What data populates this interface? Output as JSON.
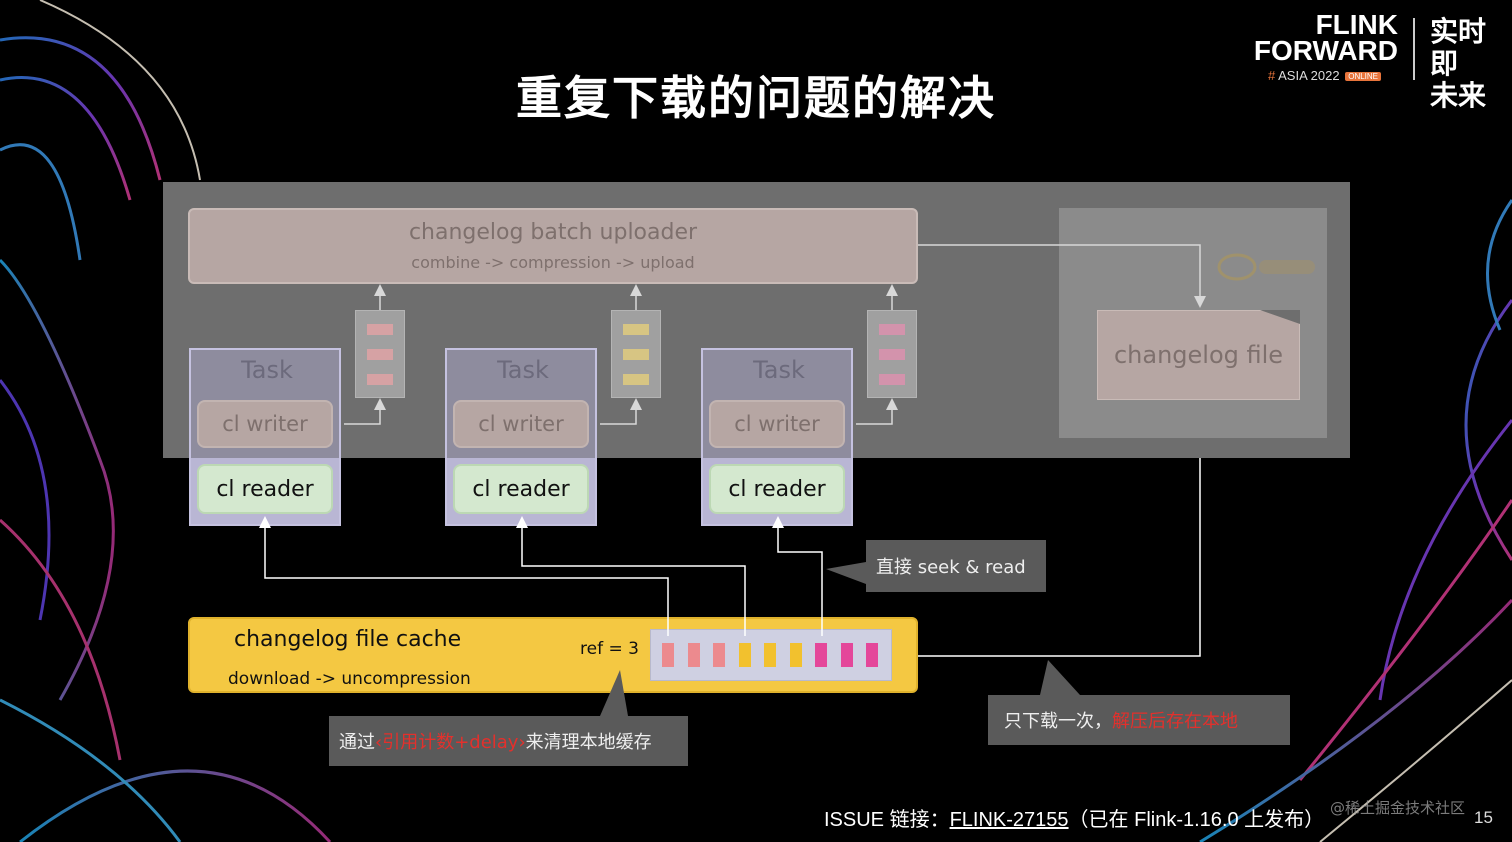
{
  "title": "重复下载的问题的解决",
  "logo": {
    "line1": "FLINK",
    "line2": "FORWARD",
    "hash": "#",
    "event": "ASIA 2022",
    "badge": "ONLINE",
    "cn1": "实时即",
    "cn2": "未来"
  },
  "uploader": {
    "title": "changelog batch uploader",
    "subtitle": "combine -> compression -> upload"
  },
  "storage": {
    "file_label": "changelog file",
    "logo_icon": "oss-storage-icon"
  },
  "tasks": [
    {
      "label": "Task",
      "writer": "cl writer",
      "reader": "cl reader",
      "queue_color": "#e8a3a6"
    },
    {
      "label": "Task",
      "writer": "cl writer",
      "reader": "cl reader",
      "queue_color": "#ead27a"
    },
    {
      "label": "Task",
      "writer": "cl writer",
      "reader": "cl reader",
      "queue_color": "#e48fb0"
    }
  ],
  "cache": {
    "title": "changelog file cache",
    "subtitle": "download -> uncompression",
    "ref": "ref = 3",
    "segments": [
      "#ec8a8e",
      "#ec8a8e",
      "#ec8a8e",
      "#f2c12e",
      "#f2c12e",
      "#f2c12e",
      "#e4479a",
      "#e4479a",
      "#e4479a"
    ]
  },
  "callouts": {
    "seek": "直接 seek & read",
    "ref_prefix": "通过",
    "ref_red": "‹引用计数+delay›",
    "ref_suffix": "来清理本地缓存",
    "download_prefix": "只下载一次，",
    "download_red": "解压后存在本地"
  },
  "footer": {
    "prefix": "ISSUE 链接：",
    "link": "FLINK-27155",
    "suffix": "（已在 Flink-1.16.0 上发布）",
    "page": "15",
    "watermark": "@稀土掘金技术社区"
  },
  "colors": {
    "panel": "#6e6e6e",
    "cache": "#f4c842",
    "reader": "#d4e8cf",
    "task": "#b9b6d4",
    "callout_red": "#e3302c"
  }
}
